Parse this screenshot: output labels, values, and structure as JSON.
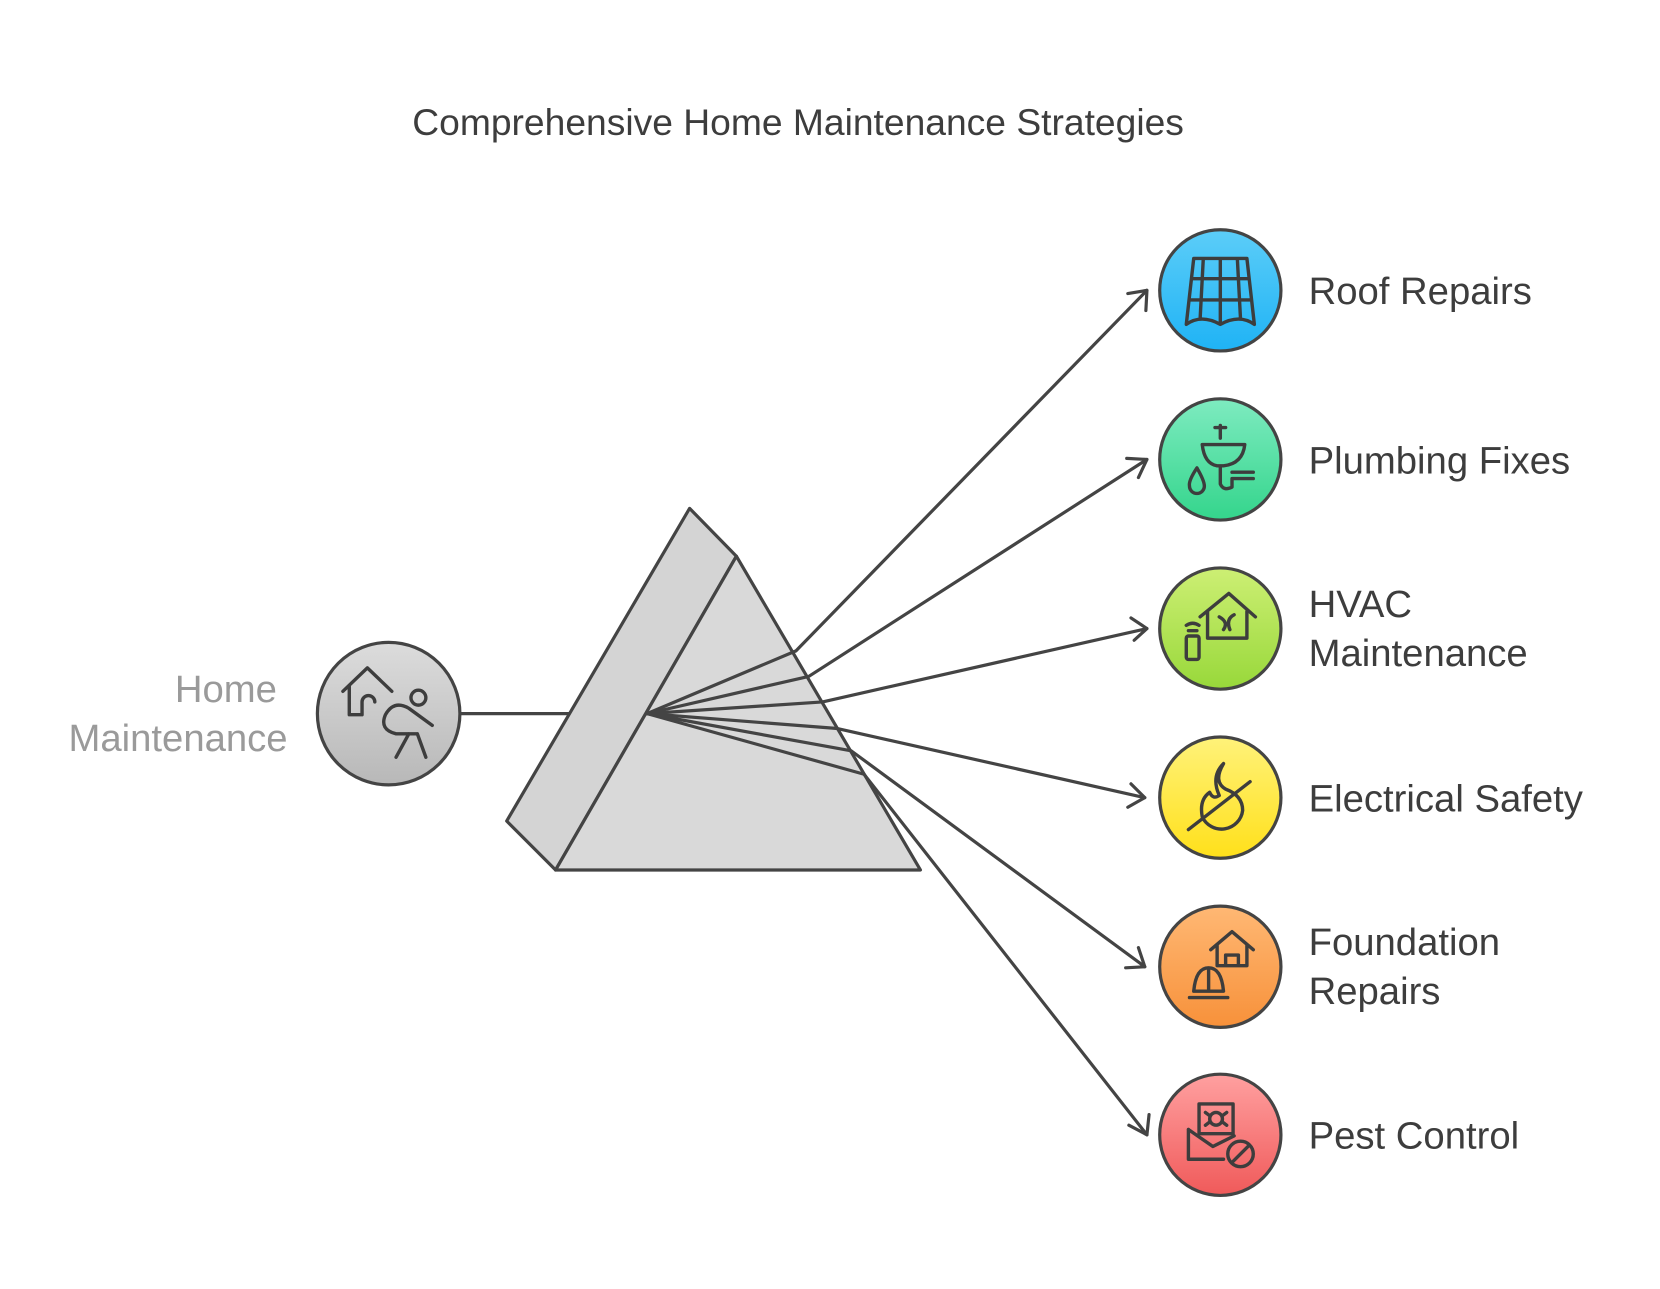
{
  "title": "Comprehensive Home Maintenance Strategies",
  "source": {
    "line1": "Home",
    "line2": "Maintenance",
    "icon": "home-person-icon"
  },
  "items": [
    {
      "line1": "Roof Repairs",
      "line2": "",
      "icon": "roof-tiles-icon",
      "color_top": "#5ccdf8",
      "color_bottom": "#1fb3f5"
    },
    {
      "line1": "Plumbing Fixes",
      "line2": "",
      "icon": "sink-pipe-icon",
      "color_top": "#7eebc0",
      "color_bottom": "#34d58c"
    },
    {
      "line1": "HVAC",
      "line2": "Maintenance",
      "icon": "house-fan-icon",
      "color_top": "#cdef74",
      "color_bottom": "#98d83a"
    },
    {
      "line1": "Electrical Safety",
      "line2": "",
      "icon": "no-fire-icon",
      "color_top": "#fff27a",
      "color_bottom": "#ffe01a"
    },
    {
      "line1": "Foundation",
      "line2": "Repairs",
      "icon": "house-hardhat-icon",
      "color_top": "#ffb874",
      "color_bottom": "#f7913a"
    },
    {
      "line1": "Pest Control",
      "line2": "",
      "icon": "pest-block-icon",
      "color_top": "#ffa0a0",
      "color_bottom": "#f05a5a"
    }
  ]
}
